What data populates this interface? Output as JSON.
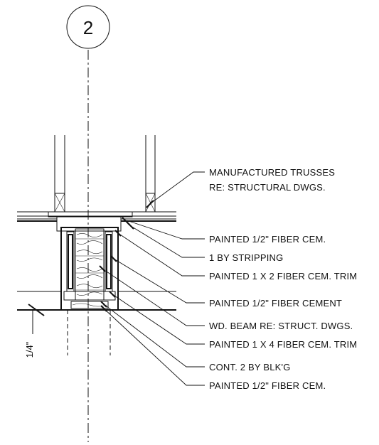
{
  "grid_bubble": {
    "label": "2"
  },
  "dimension": {
    "text": "1/4\""
  },
  "callouts": [
    {
      "id": "trusses",
      "lines": [
        "MANUFACTURED TRUSSES",
        "RE: STRUCTURAL DWGS."
      ]
    },
    {
      "id": "fiber-cem-top",
      "lines": [
        "PAINTED 1/2\" FIBER CEM."
      ]
    },
    {
      "id": "stripping",
      "lines": [
        "1 BY STRIPPING"
      ]
    },
    {
      "id": "trim-1x2",
      "lines": [
        "PAINTED 1 X 2 FIBER CEM. TRIM"
      ]
    },
    {
      "id": "fiber-cement",
      "lines": [
        "PAINTED 1/2\" FIBER CEMENT"
      ]
    },
    {
      "id": "wd-beam",
      "lines": [
        "WD. BEAM RE: STRUCT. DWGS."
      ]
    },
    {
      "id": "trim-1x4",
      "lines": [
        "PAINTED 1 X 4 FIBER CEM. TRIM"
      ]
    },
    {
      "id": "blocking",
      "lines": [
        "CONT. 2 BY BLK'G"
      ]
    },
    {
      "id": "fiber-cem-bottom",
      "lines": [
        "PAINTED 1/2\" FIBER CEM."
      ]
    }
  ]
}
